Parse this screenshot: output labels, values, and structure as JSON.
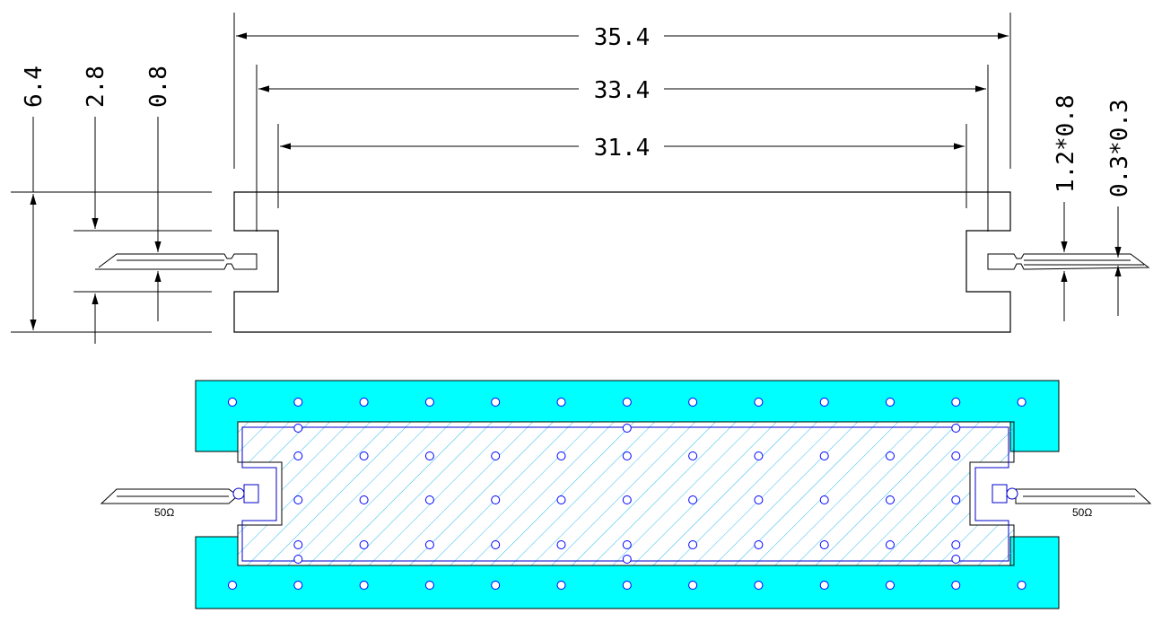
{
  "dimensions": {
    "top": [
      "35.4",
      "33.4",
      "31.4"
    ],
    "left": [
      "6.4",
      "2.8",
      "0.8"
    ],
    "right": [
      "1.2*0.8",
      "0.3*0.3"
    ]
  },
  "port_labels": [
    "50Ω",
    "50Ω"
  ],
  "colors": {
    "ground": "#00ffff",
    "hatch": "#33bbee",
    "outline": "#000000",
    "via_ring": "#0000ff",
    "cavity_outline": "#0000cc"
  }
}
